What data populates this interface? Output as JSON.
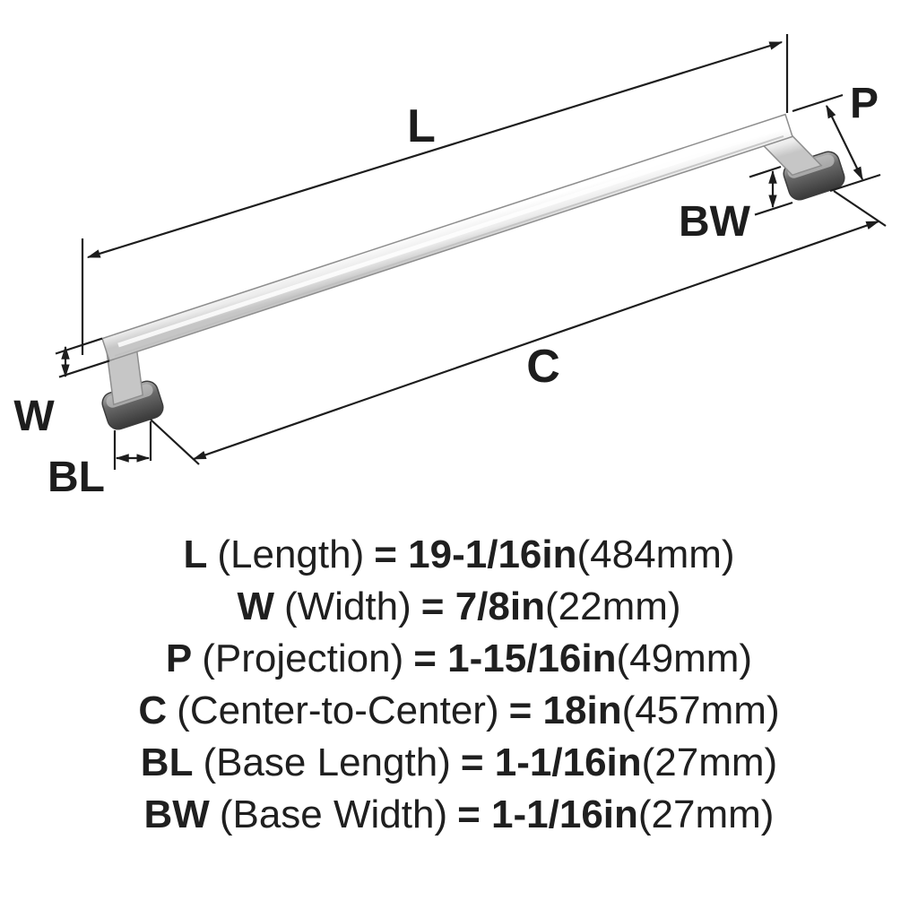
{
  "diagram": {
    "labels": {
      "L": "L",
      "W": "W",
      "P": "P",
      "C": "C",
      "BL": "BL",
      "BW": "BW"
    }
  },
  "specs": [
    {
      "letter": "L",
      "label": "(Length)",
      "value": "= 19-1/16in",
      "metric": "(484mm)"
    },
    {
      "letter": "W",
      "label": "(Width)",
      "value": "= 7/8in",
      "metric": "(22mm)"
    },
    {
      "letter": "P",
      "label": "(Projection)",
      "value": "= 1-15/16in",
      "metric": "(49mm)"
    },
    {
      "letter": "C",
      "label": "(Center-to-Center)",
      "value": "= 18in",
      "metric": "(457mm)"
    },
    {
      "letter": "BL",
      "label": "(Base Length)",
      "value": "= 1-1/16in",
      "metric": "(27mm)"
    },
    {
      "letter": "BW",
      "label": "(Base Width)",
      "value": "= 1-1/16in",
      "metric": "(27mm)"
    }
  ]
}
